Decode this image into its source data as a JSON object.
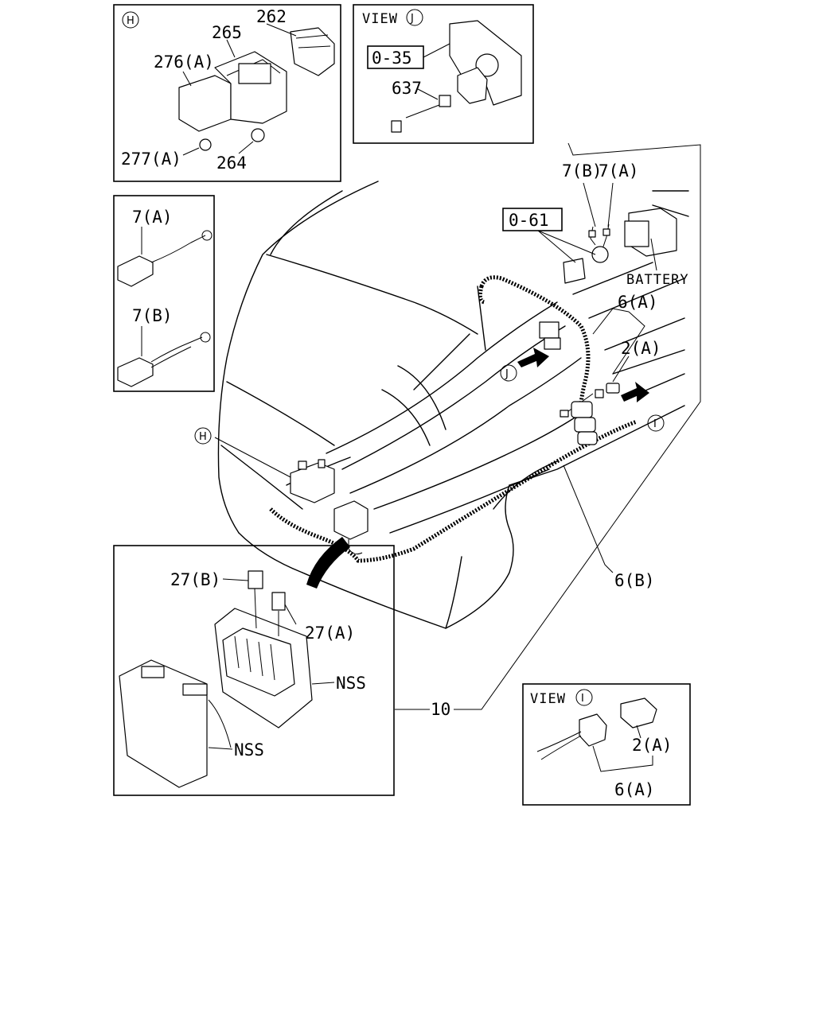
{
  "panels": {
    "h_detail": {
      "marker": "H",
      "labels": [
        "262",
        "265",
        "276(A)",
        "277(A)",
        "264"
      ]
    },
    "view_j": {
      "view_text": "VIEW",
      "marker": "J",
      "boxed_ref": "0-35",
      "labels": [
        "637"
      ]
    },
    "sub_7": {
      "labels": [
        "7(A)",
        "7(B)"
      ]
    },
    "fuse_box": {
      "labels": [
        "27(B)",
        "27(A)",
        "NSS",
        "NSS"
      ]
    },
    "view_i": {
      "view_text": "VIEW",
      "marker": "I",
      "labels": [
        "2(A)",
        "6(A)"
      ]
    }
  },
  "main": {
    "labels": {
      "l7b": "7(B)",
      "l7a": "7(A)",
      "ref061": "0-61",
      "battery": "BATTERY",
      "l6a": "6(A)",
      "l2a": "2(A)",
      "l6b": "6(B)",
      "l10": "10"
    },
    "markers": {
      "j": "J",
      "i": "I",
      "h": "H"
    }
  }
}
